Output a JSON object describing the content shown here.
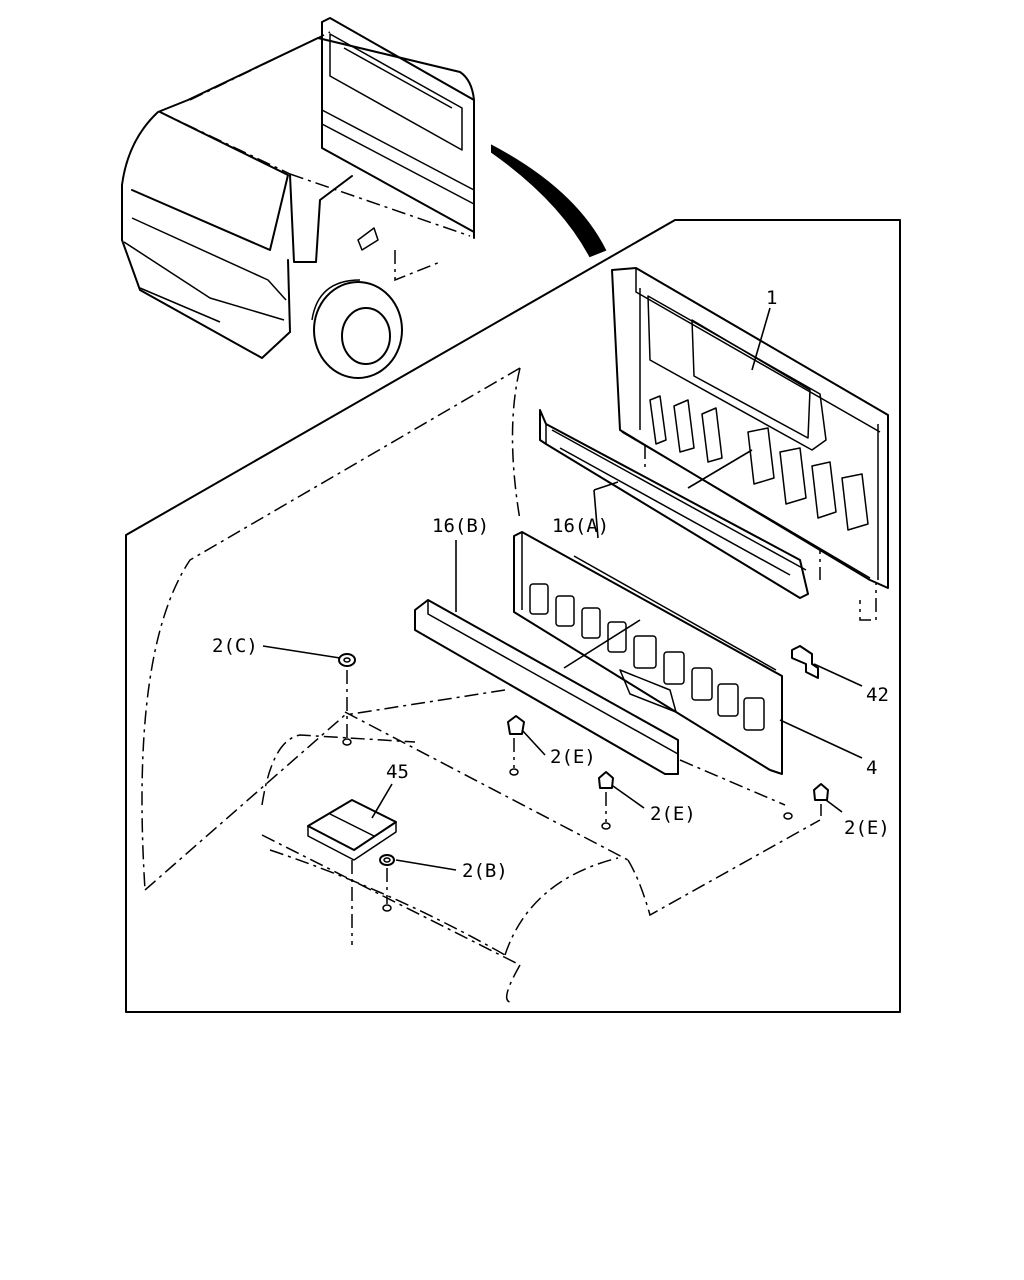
{
  "labels": {
    "l1": "1",
    "l16a": "16(A)",
    "l16b": "16(B)",
    "l2c": "2(C)",
    "l2e1": "2(E)",
    "l2e2": "2(E)",
    "l2e3": "2(E)",
    "l2b": "2(B)",
    "l4": "4",
    "l42": "42",
    "l45": "45"
  }
}
